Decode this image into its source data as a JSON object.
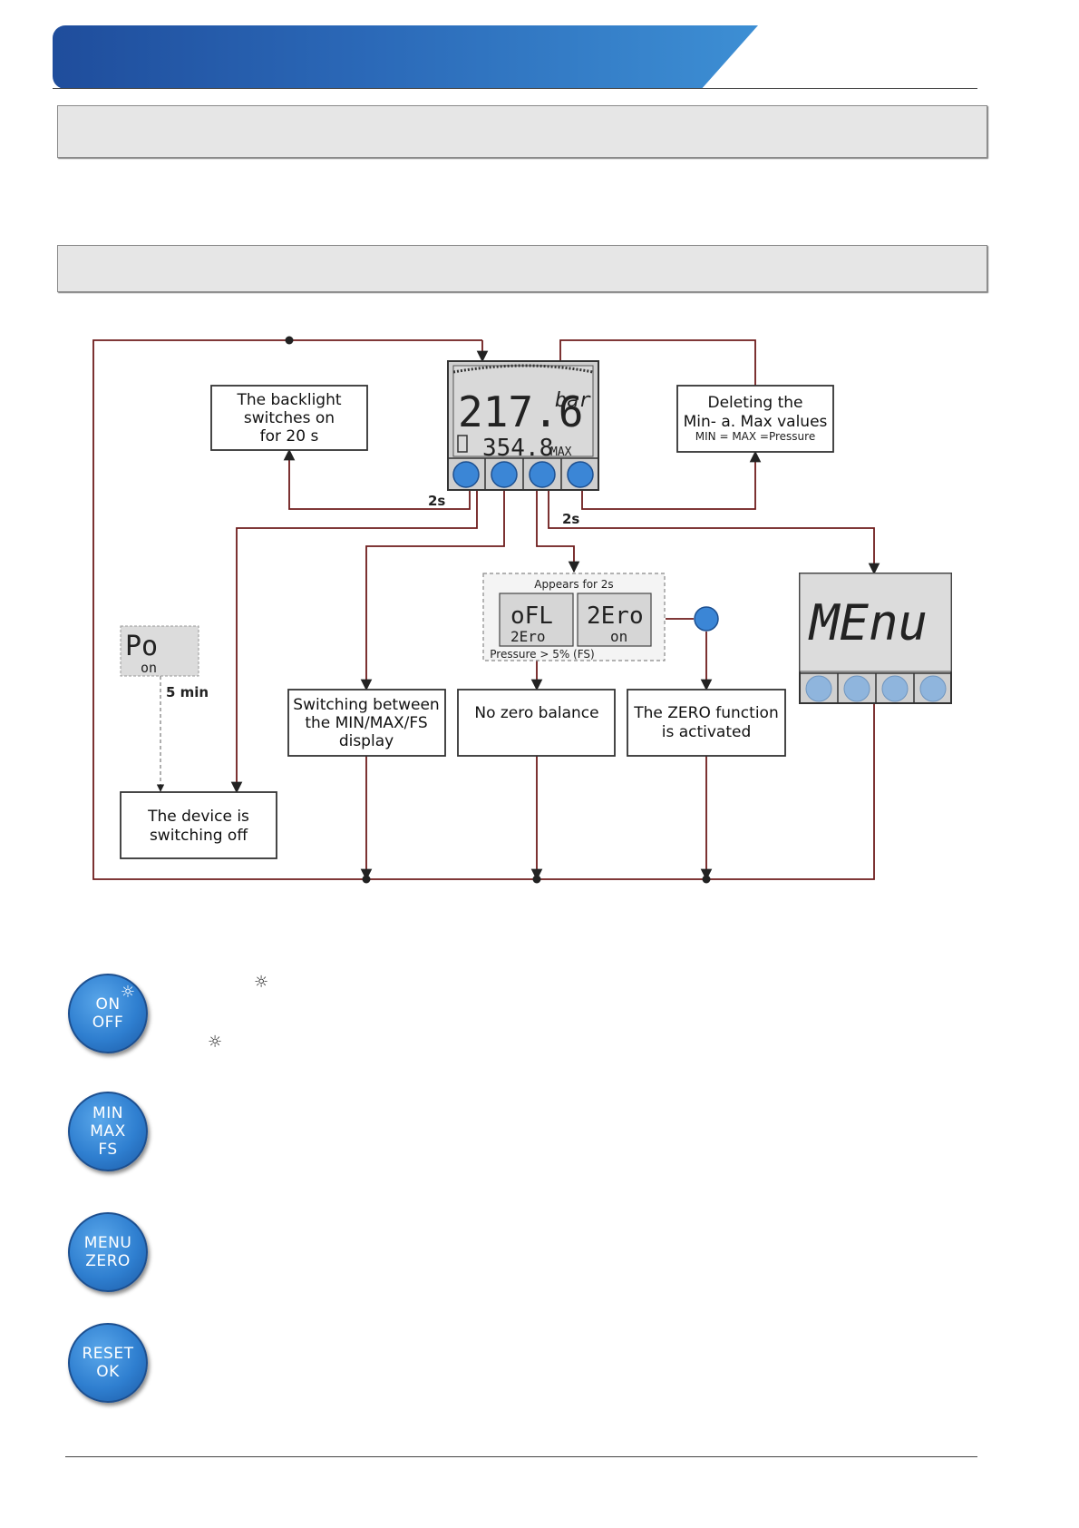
{
  "diagram": {
    "backlight_box": [
      "The backlight",
      "switches on",
      "for 20 s"
    ],
    "delete_box": [
      "Deleting the",
      "Min- a. Max values"
    ],
    "delete_box_small": "MIN = MAX =Pressure",
    "lcd_main_value": "217.6",
    "lcd_unit": "bar",
    "lcd_secondary_value": "354.8",
    "lcd_secondary_label": "MAX",
    "label_2s_left": "2s",
    "label_2s_right": "2s",
    "appears_label": "Appears for 2s",
    "ofl_top": "oFL",
    "ofl_bottom": "2Ero",
    "zero_top": "2Ero",
    "zero_bottom": "on",
    "pressure_label": "Pressure > 5% (FS)",
    "menu_display": "MEnu",
    "po_top": "Po",
    "po_bottom": "on",
    "five_min": "5 min",
    "switching_box": [
      "Switching between",
      "the MIN/MAX/FS",
      "display"
    ],
    "no_zero_box": "No zero balance",
    "zero_func_box": [
      "The ZERO function",
      "is activated"
    ],
    "device_off_box": [
      "The device is",
      "switching off"
    ]
  },
  "buttons": [
    {
      "label": "ON\nOFF",
      "icon": "sun-icon"
    },
    {
      "label": "MIN\nMAX\nFS",
      "icon": ""
    },
    {
      "label": "MENU\nZERO",
      "icon": ""
    },
    {
      "label": "RESET\nOK",
      "icon": ""
    }
  ],
  "colors": {
    "brand_blue": "#2b69b8",
    "button_blue": "#2f7fd0",
    "line_red": "#7a1f1f",
    "lcd_grey": "#d8d8d8"
  }
}
